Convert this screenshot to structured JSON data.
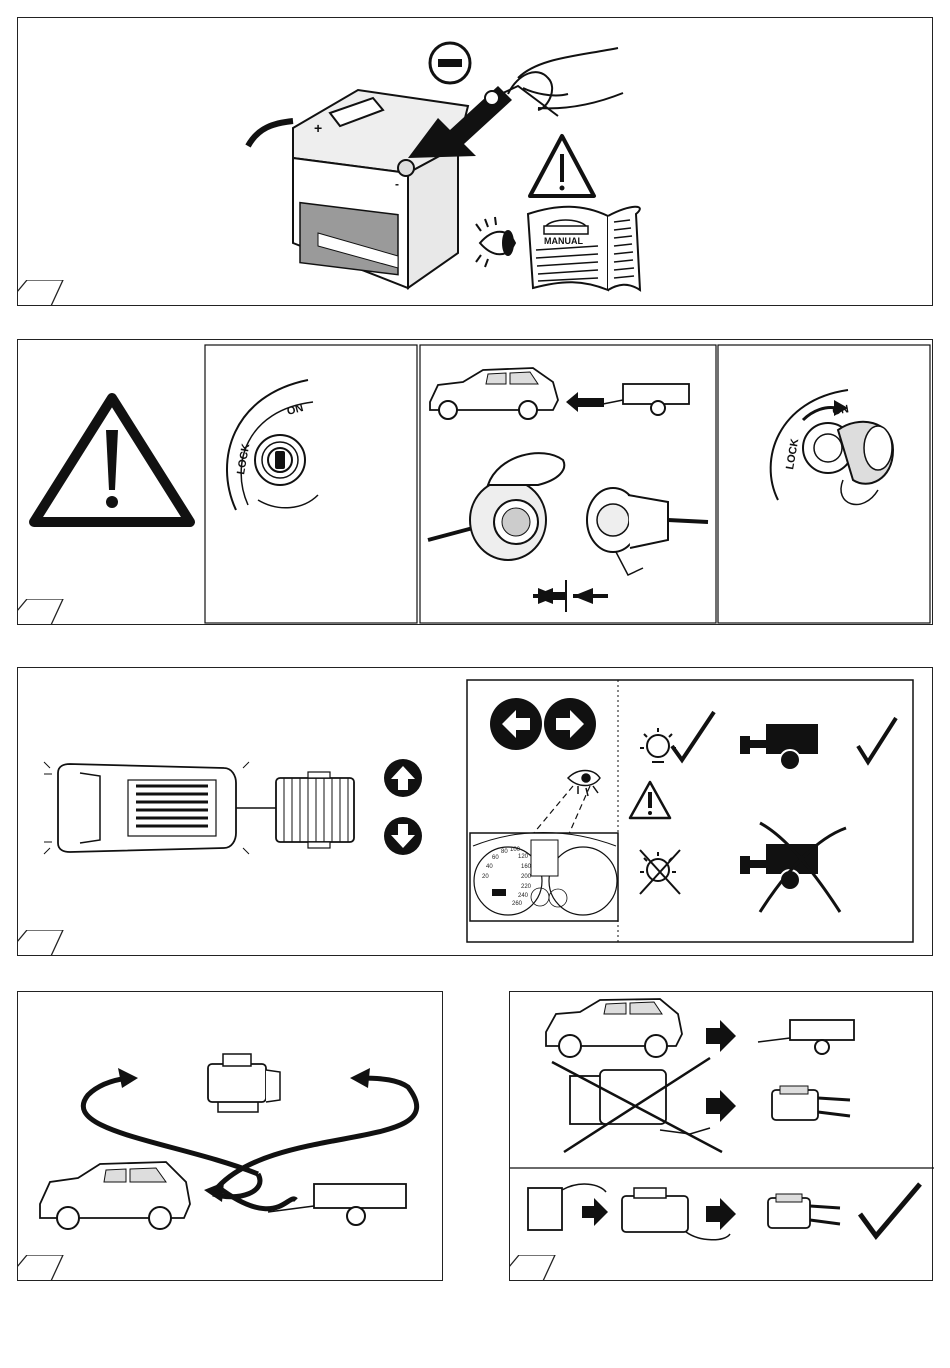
{
  "battery_panel": {
    "manual_label": "MANUAL",
    "plus_mark": "+",
    "minus_mark": "-"
  },
  "ignition_off": {
    "lock_label": "LOCK",
    "on_label": "ON"
  },
  "ignition_on": {
    "lock_label": "LOCK",
    "on_label": "ON"
  },
  "dashboard": {
    "speedo_ticks": [
      "20",
      "40",
      "60",
      "80",
      "100",
      "120",
      "160",
      "200",
      "220",
      "240",
      "260"
    ]
  },
  "icons": [
    "caution-triangle-icon",
    "eye-icon",
    "manual-book-icon",
    "negative-terminal-icon",
    "left-indicator-icon",
    "right-indicator-icon",
    "arrow-up-icon",
    "arrow-down-icon",
    "lamp-icon",
    "check-icon",
    "cross-icon",
    "trailer-icon",
    "connect-arrows-icon"
  ],
  "colors": {
    "ink": "#1a1a1a",
    "paper": "#ffffff",
    "grey": "#9a9a9a"
  }
}
